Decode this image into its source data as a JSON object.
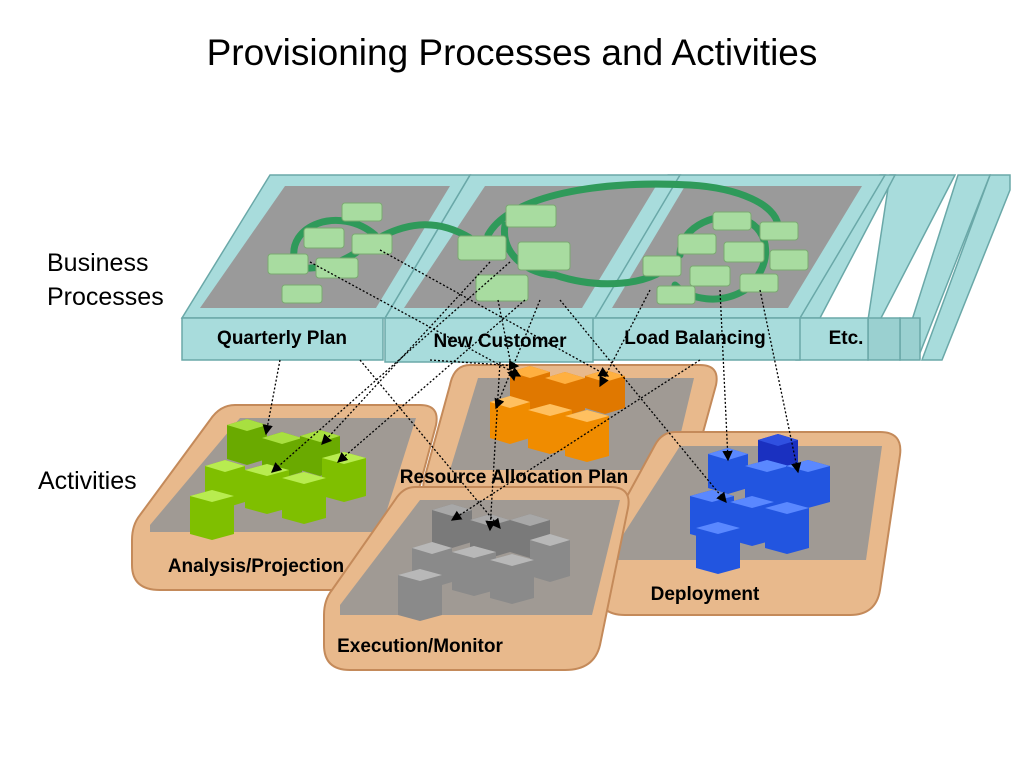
{
  "title": "Provisioning Processes and Activities",
  "row_labels": {
    "business_line1": "Business",
    "business_line2": "Processes",
    "activities": "Activities"
  },
  "business_processes": [
    {
      "label": "Quarterly Plan"
    },
    {
      "label": "New Customer"
    },
    {
      "label": "Load Balancing"
    },
    {
      "label": "Etc."
    }
  ],
  "activity_groups": [
    {
      "label": "Analysis/Projection",
      "color": "#7fbf00"
    },
    {
      "label": "Resource Allocation Plan",
      "color": "#f08c00"
    },
    {
      "label": "Execution/Monitor",
      "color": "#8a8a8a"
    },
    {
      "label": "Deployment",
      "color": "#2255e0"
    }
  ],
  "colors": {
    "process_tray": "#a8dcdc",
    "process_node": "#a8dca0",
    "process_link": "#2f9a5a",
    "activity_tray": "#e8b98c",
    "activity_floor": "#a09a94"
  }
}
